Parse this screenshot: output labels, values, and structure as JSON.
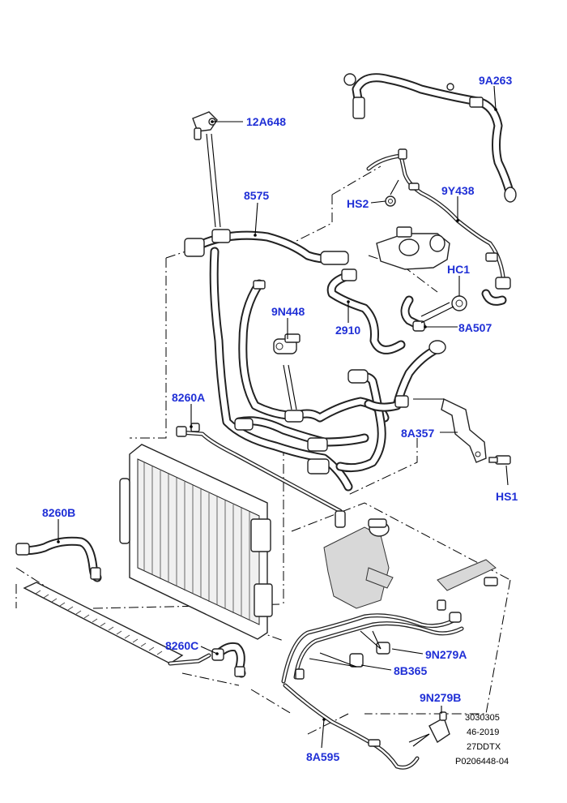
{
  "callouts": {
    "c_12A648": "12A648",
    "c_8575": "8575",
    "c_9A263": "9A263",
    "c_HS2": "HS2",
    "c_9Y438": "9Y438",
    "c_HC1": "HC1",
    "c_9N448": "9N448",
    "c_2910": "2910",
    "c_8A507": "8A507",
    "c_8260A": "8260A",
    "c_8A357": "8A357",
    "c_HS1": "HS1",
    "c_8260B": "8260B",
    "c_8260C": "8260C",
    "c_9N279A": "9N279A",
    "c_8B365": "8B365",
    "c_9N279B": "9N279B",
    "c_8A595": "8A595"
  },
  "reference": {
    "line1": "3030305",
    "line2": "46-2019",
    "line3": "27DDTX",
    "line4": "P0206448-04"
  },
  "colors": {
    "callout": "#1f2fd6",
    "line": "#000000",
    "background": "#ffffff"
  }
}
